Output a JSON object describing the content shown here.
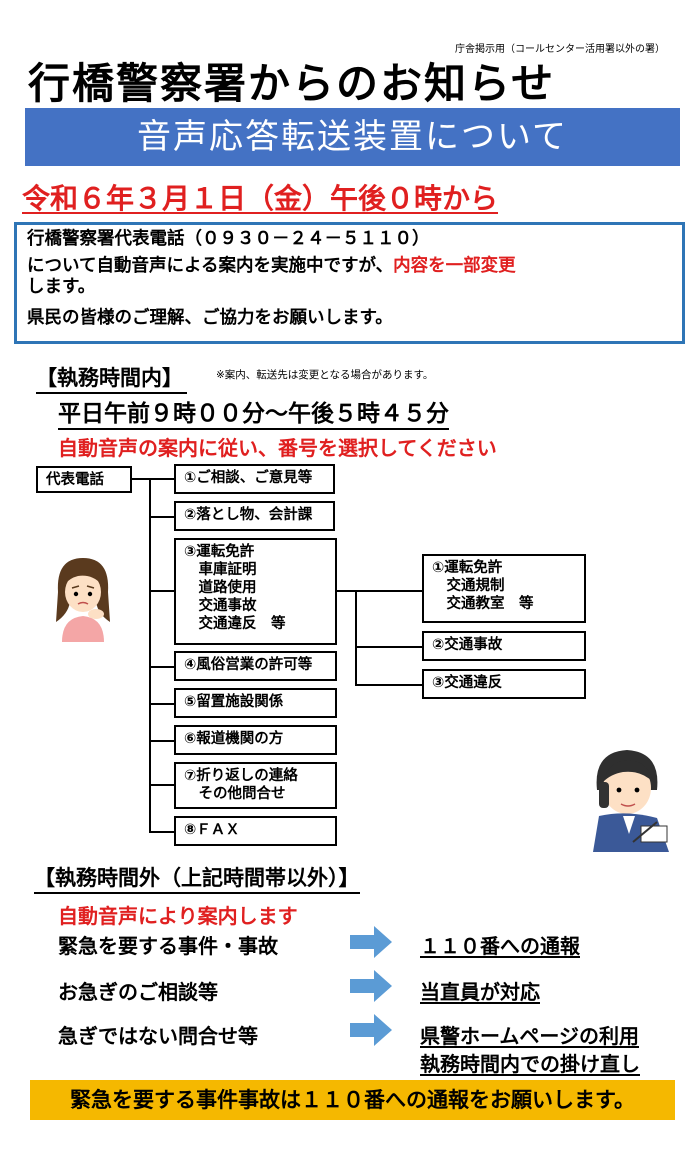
{
  "header": {
    "note": "庁舎掲示用（コールセンター活用署以外の署）",
    "title": "行橋警察署からのお知らせ",
    "banner": "音声応答転送装置について"
  },
  "date_line": "令和６年３月１日（金）午後０時から",
  "info": {
    "line1": "行橋警察署代表電話（０９３０－２４－５１１０）",
    "line2a": "について自動音声による案内を実施中ですが、",
    "line2b": "内容を一部変更",
    "line3": "します。",
    "line4": "県民の皆様のご理解、ご協力をお願いします。"
  },
  "in_hours": {
    "heading": "【執務時間内】",
    "note": "※案内、転送先は変更となる場合があります。",
    "hours": "平日午前９時００分～午後５時４５分",
    "guide": "自動音声の案内に従い、番号を選択してください"
  },
  "tree": {
    "root": "代表電話",
    "items": [
      {
        "lines": [
          "①ご相談、ご意見等"
        ]
      },
      {
        "lines": [
          "②落とし物、会計課"
        ]
      },
      {
        "lines": [
          "③運転免許",
          "　車庫証明",
          "　道路使用",
          "　交通事故",
          "　交通違反　等"
        ]
      },
      {
        "lines": [
          "④風俗営業の許可等"
        ]
      },
      {
        "lines": [
          "⑤留置施設関係"
        ]
      },
      {
        "lines": [
          "⑥報道機関の方"
        ]
      },
      {
        "lines": [
          "⑦折り返しの連絡",
          "　その他問合せ"
        ]
      },
      {
        "lines": [
          "⑧ＦＡＸ"
        ]
      }
    ],
    "sub_items": [
      {
        "lines": [
          "①運転免許",
          "　交通規制",
          "　交通教室　等"
        ]
      },
      {
        "lines": [
          "②交通事故"
        ]
      },
      {
        "lines": [
          "③交通違反"
        ]
      }
    ]
  },
  "out_hours": {
    "heading": "【執務時間外（上記時間帯以外）】",
    "auto": "自動音声により案内します",
    "rows": [
      {
        "label": "緊急を要する事件・事故",
        "value": "１１０番への通報"
      },
      {
        "label": "お急ぎのご相談等",
        "value": "当直員が対応"
      },
      {
        "label": "急ぎではない問合せ等",
        "value": "県警ホームページの利用",
        "value2": "執務時間内での掛け直し"
      }
    ]
  },
  "footer": "緊急を要する事件事故は１１０番への通報をお願いします。",
  "colors": {
    "banner": "#4472c4",
    "red": "#e02020",
    "box_border": "#2e75b6",
    "footer_bg": "#f5b800",
    "arrow": "#5b9bd5"
  }
}
